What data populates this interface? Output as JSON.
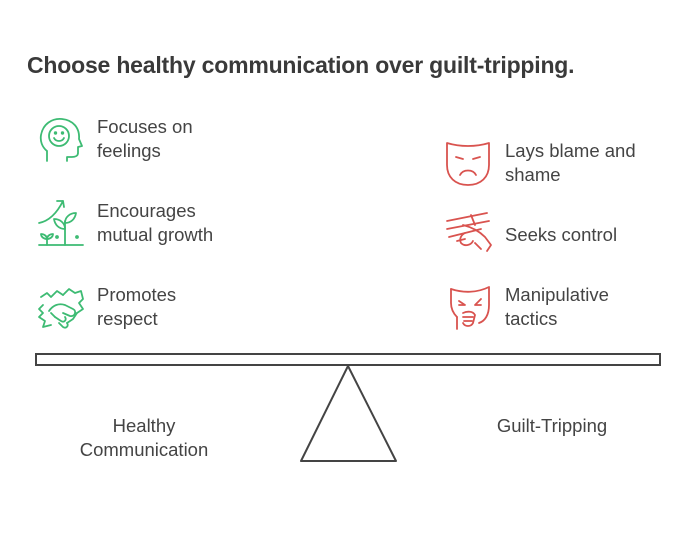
{
  "title": "Choose healthy communication over guilt-tripping.",
  "colors": {
    "healthy": "#3dbb73",
    "guilt": "#d9534f",
    "text": "#444444",
    "line": "#444444"
  },
  "left": {
    "items": [
      {
        "line1": "Focuses on",
        "line2": "feelings",
        "icon": "smiling-head-icon"
      },
      {
        "line1": "Encourages",
        "line2": "mutual growth",
        "icon": "growing-plant-icon"
      },
      {
        "line1": "Promotes",
        "line2": "respect",
        "icon": "handshake-icon"
      }
    ],
    "label_line1": "Healthy",
    "label_line2": "Communication"
  },
  "right": {
    "items": [
      {
        "line1": "Lays blame and",
        "line2": "shame",
        "icon": "sad-mask-icon"
      },
      {
        "line1": "Seeks control",
        "line2": "",
        "icon": "puppet-hand-icon"
      },
      {
        "line1": "Manipulative",
        "line2": "tactics",
        "icon": "scheming-mask-icon"
      }
    ],
    "label_line1": "Guilt-Tripping"
  }
}
